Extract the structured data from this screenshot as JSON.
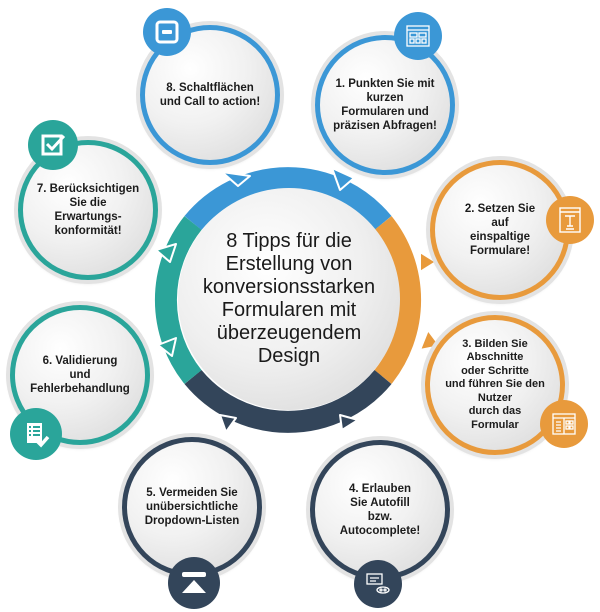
{
  "title": "8 Tipps für die\nErstellung von\nkonversionsstarken\nFormularen mit\nüberzeugendem\nDesign",
  "colors": {
    "blue": "#3b97d6",
    "orange": "#e89a3c",
    "navy": "#33455a",
    "teal": "#2aa59a"
  },
  "tips": [
    {
      "number": 1,
      "text": "1. Punkten Sie mit\nkurzen\nFormularen und\npräzisen Abfragen!",
      "color": "blue",
      "icon": "form-layout-icon"
    },
    {
      "number": 2,
      "text": "2. Setzen Sie\nauf\neinspaltige\nFormulare!",
      "color": "orange",
      "icon": "text-field-icon"
    },
    {
      "number": 3,
      "text": "3. Bilden Sie\nAbschnitte\noder Schritte\nund führen Sie den\nNutzer\ndurch das\nFormular",
      "color": "orange",
      "icon": "multi-step-form-icon"
    },
    {
      "number": 4,
      "text": "4. Erlauben\nSie Autofill\nbzw.\nAutocomplete!",
      "color": "navy",
      "icon": "autofill-chat-icon"
    },
    {
      "number": 5,
      "text": "5. Vermeiden Sie\nunübersichtliche\nDropdown-Listen",
      "color": "navy",
      "icon": "dropdown-eject-icon"
    },
    {
      "number": 6,
      "text": "6. Validierung\nund\nFehlerbehandlung",
      "color": "teal",
      "icon": "checklist-validate-icon"
    },
    {
      "number": 7,
      "text": "7. Berücksichtigen\nSie die\nErwartungs-\nkonformität!",
      "color": "teal",
      "icon": "checkbox-icon"
    },
    {
      "number": 8,
      "text": "8. Schaltflächen\nund Call to action!",
      "color": "blue",
      "icon": "button-icon"
    }
  ]
}
